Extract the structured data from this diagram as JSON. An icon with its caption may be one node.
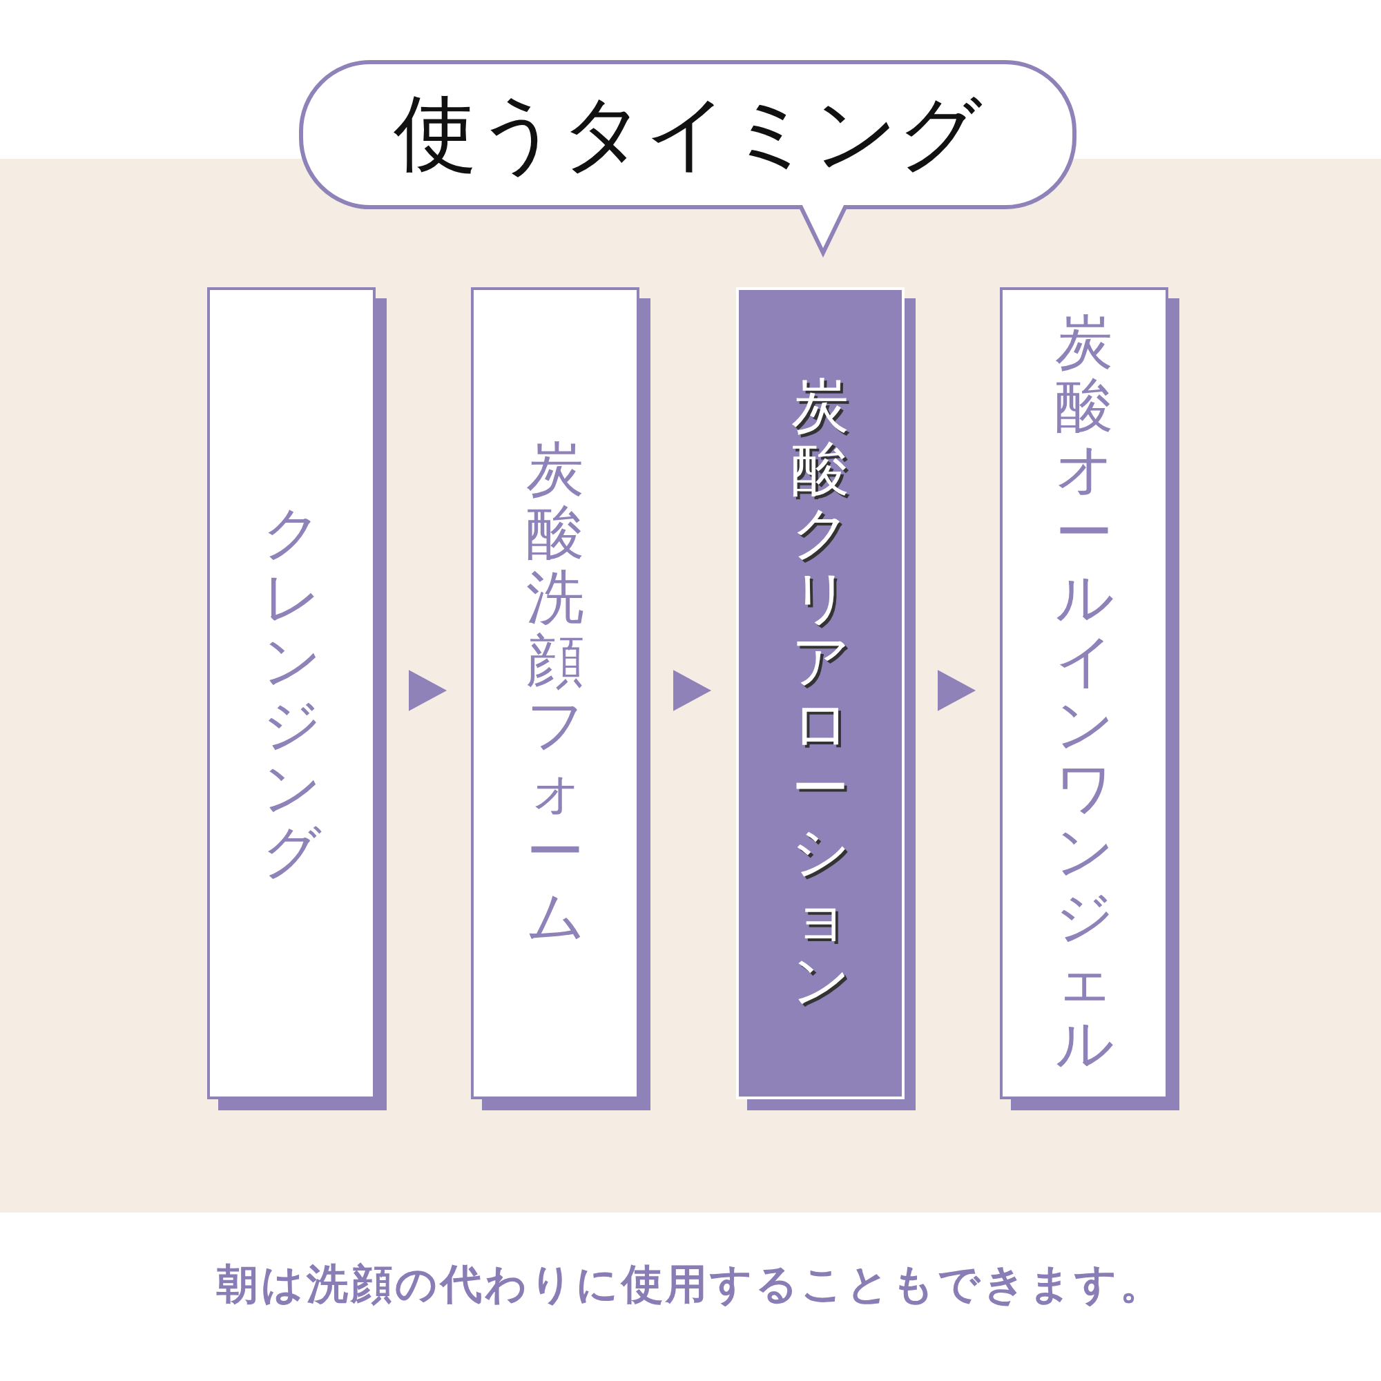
{
  "diagram": {
    "title": "使うタイミング",
    "nodes": [
      {
        "text": [
          "クレンジング"
        ]
      },
      {
        "text": [
          "炭酸洗顔フォーム"
        ]
      },
      {
        "text": [
          "炭酸クリアローション"
        ]
      },
      {
        "text": [
          "炭酸オールインワンジェル"
        ]
      }
    ],
    "edges": [
      {
        "from": 0,
        "to": 1,
        "arrow": "to"
      },
      {
        "from": 1,
        "to": 2,
        "arrow": "to"
      },
      {
        "from": 2,
        "to": 3,
        "arrow": "to"
      }
    ],
    "caption": "朝は洗顔の代わりに使用することもできます。"
  }
}
